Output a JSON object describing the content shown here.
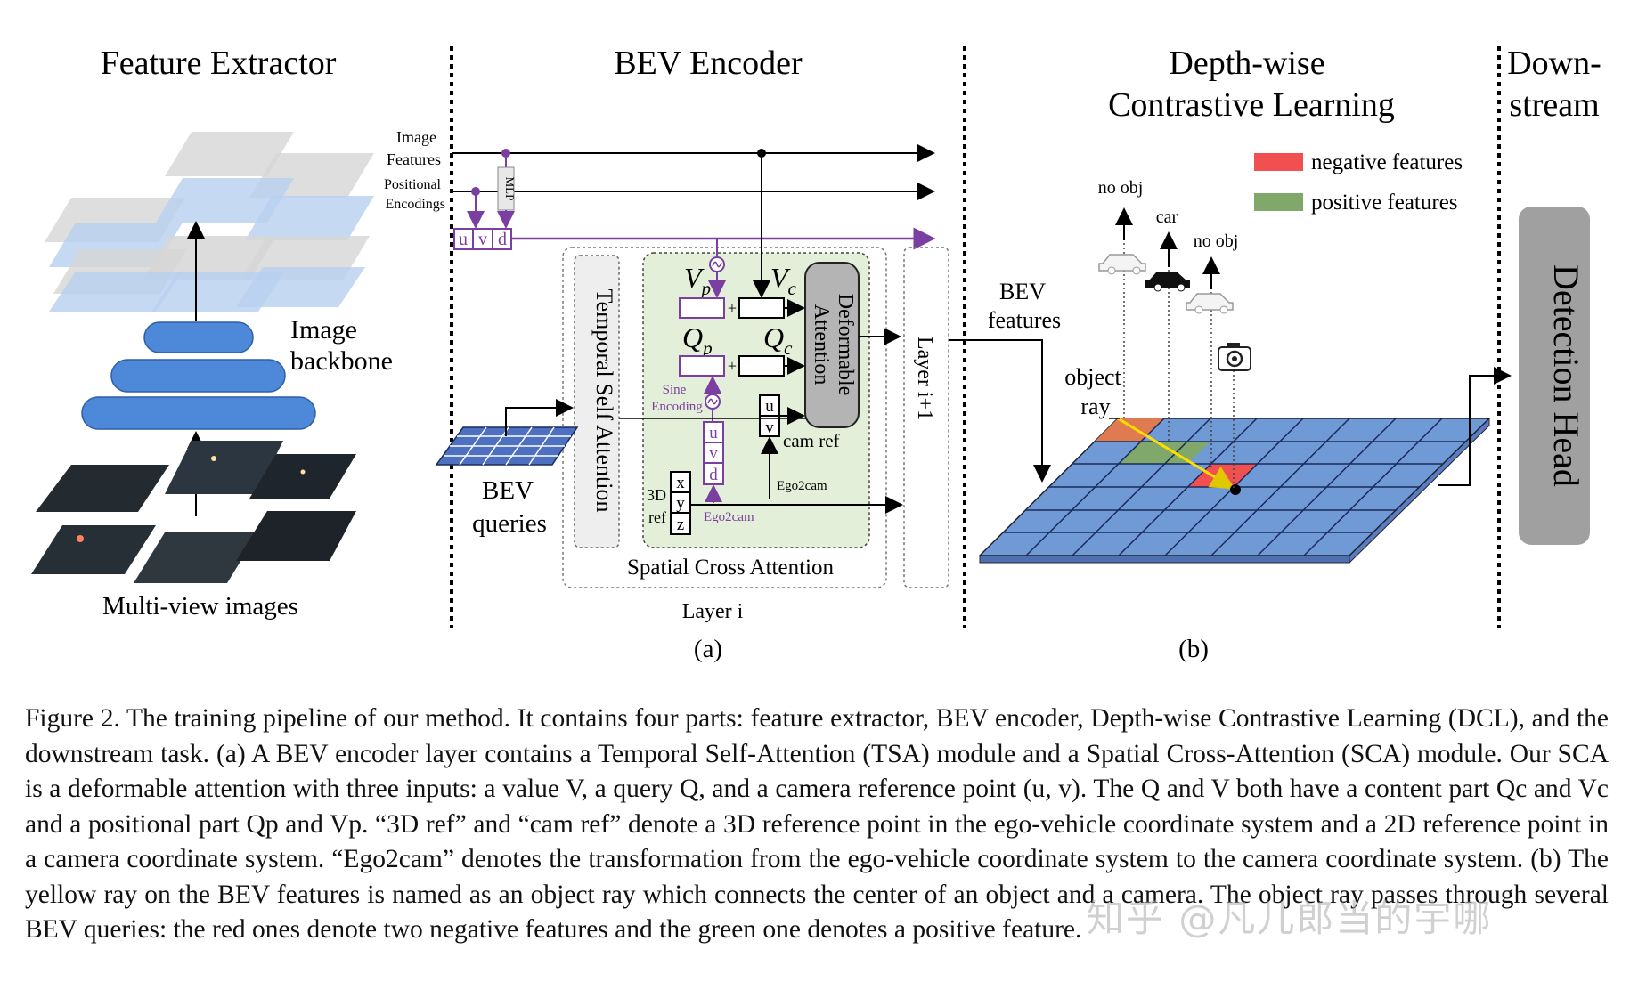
{
  "section_titles": {
    "feature_extractor": "Feature Extractor",
    "bev_encoder": "BEV Encoder",
    "dcl_line1": "Depth-wise",
    "dcl_line2": "Contrastive Learning",
    "down_line1": "Down-",
    "down_line2": "stream"
  },
  "feature_extractor": {
    "backbone_line1": "Image",
    "backbone_line2": "backbone",
    "multiview": "Multi-view images"
  },
  "bev_encoder": {
    "image_features_1": "Image",
    "image_features_2": "Features",
    "positional_1": "Positional",
    "positional_2": "Encodings",
    "mlp": "MLP",
    "u": "u",
    "v": "v",
    "d": "d",
    "x": "x",
    "y": "y",
    "z": "z",
    "vp": "Vp",
    "vc": "Vc",
    "qp": "Qp",
    "qc": "Qc",
    "sine_1": "Sine",
    "sine_2": "Encoding",
    "deformable_1": "Deformable",
    "deformable_2": "Attention",
    "temporal": "Temporal Self Attention",
    "spatial": "Spatial Cross Attention",
    "cam_ref": "cam ref",
    "ego2cam_1": "Ego2cam",
    "ego2cam_2": "Ego2cam",
    "ref3d_1": "3D",
    "ref3d_2": "ref",
    "bev_queries_1": "BEV",
    "bev_queries_2": "queries",
    "layer_i": "Layer i",
    "layer_i1": "Layer i+1",
    "label": "(a)"
  },
  "dcl": {
    "legend_negative": "negative features",
    "legend_positive": "positive features",
    "no_obj_1": "no obj",
    "car": "car",
    "no_obj_2": "no obj",
    "bev_features_1": "BEV",
    "bev_features_2": "features",
    "object_1": "object",
    "object_2": "ray",
    "label": "(b)"
  },
  "downstream": {
    "detection_head": "Detection Head"
  },
  "colors": {
    "negative": "#f05050",
    "positive": "#7fa86a",
    "bev_grid": "#6f9ad6",
    "purple": "#7a3fa0",
    "backbone": "#4e88d8",
    "ray": "#ffff00",
    "detection_head": "#a0a0a0"
  },
  "caption": [
    "Figure 2. The training pipeline of our method. It contains four parts: feature extractor, BEV encoder, Depth-wise Contrastive Learning (DCL), and the downstream task. (a) A BEV encoder layer contains a Temporal Self-Attention (TSA) module and a Spatial Cross-Attention (SCA) module. Our SCA is a deformable attention with three inputs: a value V, a query Q, and a camera reference point (u, v). The Q and V both have a content part Qc and Vc and a positional part Qp and Vp. “3D ref” and “cam ref” denote a 3D reference point in the ego-vehicle coordinate system and a 2D reference point in a camera coordinate system. “Ego2cam” denotes the transformation from the ego-vehicle coordinate system to the camera coordinate system. (b) The yellow ray on the BEV features is named as an object ray which connects the center of an object and a camera. The object ray passes through several BEV queries: the red ones denote two negative features and the green one denotes a positive feature."
  ],
  "watermark": "知乎 @凡儿郎当的宇哪"
}
